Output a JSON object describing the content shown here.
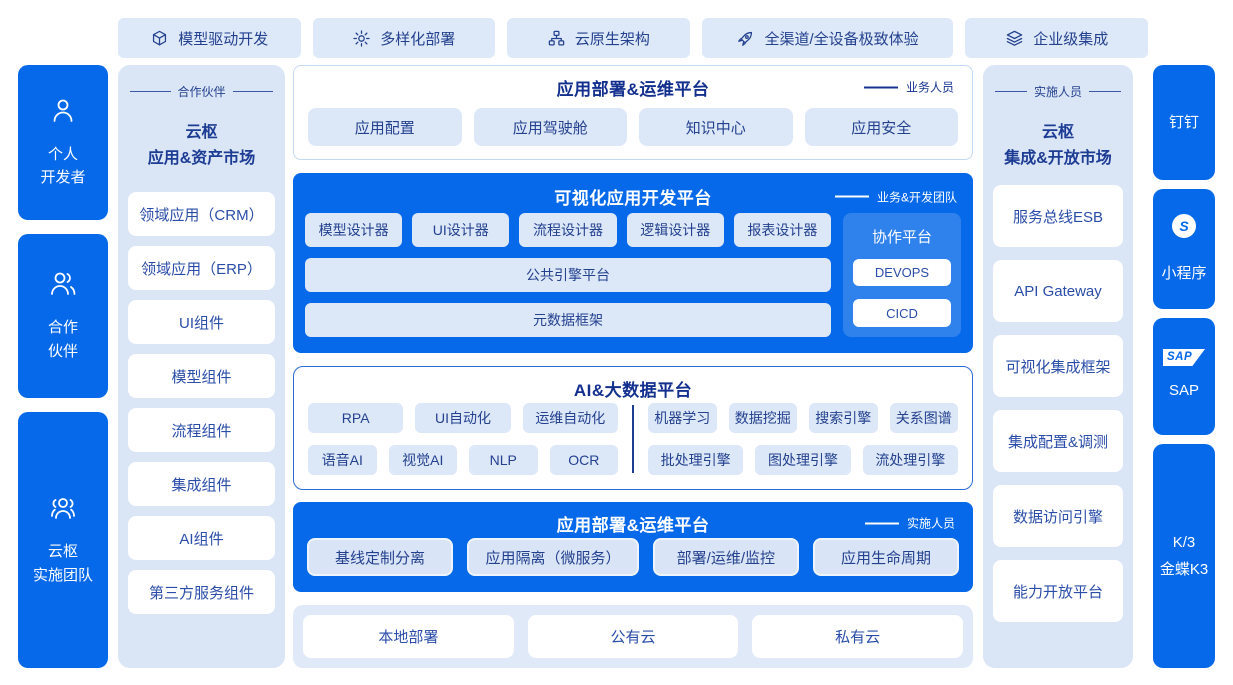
{
  "colors": {
    "primary_blue": "#0569e9",
    "navy_text": "#1d3c94",
    "light_card": "#dce7f8",
    "panel_bg": "#dae5f5",
    "tab_bg": "#dde8f8",
    "strip_bg": "#dfe9f7",
    "ai_border": "#2c6bd8",
    "box_border": "#c3d8f2"
  },
  "tabs": {
    "items": [
      {
        "icon": "cube-icon",
        "label": "模型驱动开发"
      },
      {
        "icon": "gear-icon",
        "label": "多样化部署"
      },
      {
        "icon": "sitemap-icon",
        "label": "云原生架构"
      },
      {
        "icon": "rocket-icon",
        "label": "全渠道/全设备极致体验"
      },
      {
        "icon": "layers-icon",
        "label": "企业级集成"
      }
    ]
  },
  "left_rail": {
    "personal": {
      "icon": "user-icon",
      "lines": [
        "个人",
        "开发者"
      ]
    },
    "partner": {
      "icon": "users-icon",
      "lines": [
        "合作",
        "伙伴"
      ]
    },
    "team": {
      "icon": "team-icon",
      "lines": [
        "云枢",
        "实施团队"
      ]
    }
  },
  "market_left": {
    "header": "合作伙伴",
    "title_lines": [
      "云枢",
      "应用&资产市场"
    ],
    "items": [
      "领域应用（CRM）",
      "领域应用（ERP）",
      "UI组件",
      "模型组件",
      "流程组件",
      "集成组件",
      "AI组件",
      "第三方服务组件"
    ]
  },
  "center": {
    "ops_top": {
      "title": "应用部署&运维平台",
      "tag": "业务人员",
      "items": [
        "应用配置",
        "应用驾驶舱",
        "知识中心",
        "应用安全"
      ]
    },
    "dev_platform": {
      "title": "可视化应用开发平台",
      "tag": "业务&开发团队",
      "designers": [
        "模型设计器",
        "UI设计器",
        "流程设计器",
        "逻辑设计器",
        "报表设计器"
      ],
      "engine": "公共引擎平台",
      "metadata": "元数据框架",
      "collab": {
        "title": "协作平台",
        "items": [
          "DEVOPS",
          "CICD"
        ]
      }
    },
    "ai_platform": {
      "title": "AI&大数据平台",
      "left_row1": [
        "RPA",
        "UI自动化",
        "运维自动化"
      ],
      "left_row2": [
        "语音AI",
        "视觉AI",
        "NLP",
        "OCR"
      ],
      "right_row1": [
        "机器学习",
        "数据挖掘",
        "搜索引擎",
        "关系图谱"
      ],
      "right_row2": [
        "批处理引擎",
        "图处理引擎",
        "流处理引擎"
      ]
    },
    "ops_bottom": {
      "title": "应用部署&运维平台",
      "tag": "实施人员",
      "items": [
        "基线定制分离",
        "应用隔离（微服务）",
        "部署/运维/监控",
        "应用生命周期"
      ]
    },
    "deploy": {
      "items": [
        "本地部署",
        "公有云",
        "私有云"
      ]
    }
  },
  "market_right": {
    "header": "实施人员",
    "title_lines": [
      "云枢",
      "集成&开放市场"
    ],
    "items": [
      "服务总线ESB",
      "API Gateway",
      "可视化集成框架",
      "集成配置&调测",
      "数据访问引擎",
      "能力开放平台"
    ]
  },
  "right_rail": {
    "dingtalk": {
      "label": "钉钉"
    },
    "miniprogram": {
      "icon": "miniprogram-icon",
      "label": "小程序"
    },
    "sap": {
      "icon": "sap-logo",
      "logo_text": "SAP",
      "label": "SAP"
    },
    "kingdee": {
      "lines": [
        "K/3",
        "金蝶K3"
      ]
    }
  }
}
